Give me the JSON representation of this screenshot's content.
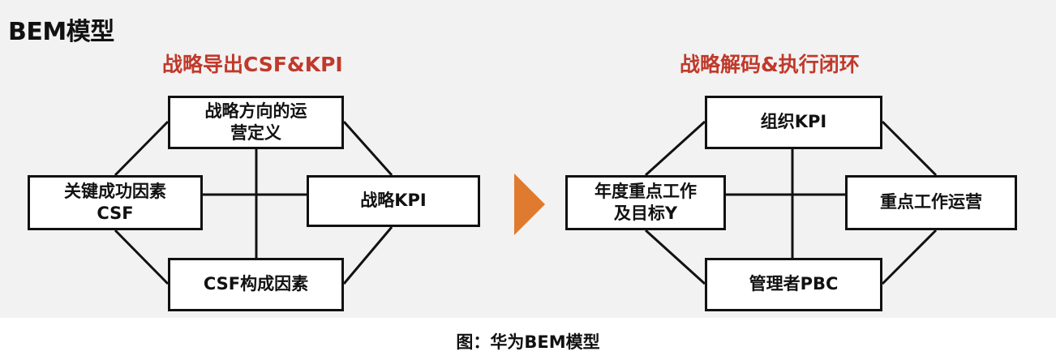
{
  "title": "BEM模型",
  "left": {
    "subtitle": "战略导出CSF&KPI",
    "top": "战略方向的运\n营定义",
    "left": "关键成功因素\nCSF",
    "right": "战略KPI",
    "bottom": "CSF构成因素"
  },
  "right": {
    "subtitle": "战略解码&执行闭环",
    "top": "组织KPI",
    "left": "年度重点工作\n及目标Y",
    "right": "重点工作运营",
    "bottom": "管理者PBC"
  },
  "caption": "图：华为BEM模型",
  "colors": {
    "accent_red": "#c0392b",
    "arrow_orange": "#e07a2e",
    "panel_bg": "#f2f2f2"
  }
}
